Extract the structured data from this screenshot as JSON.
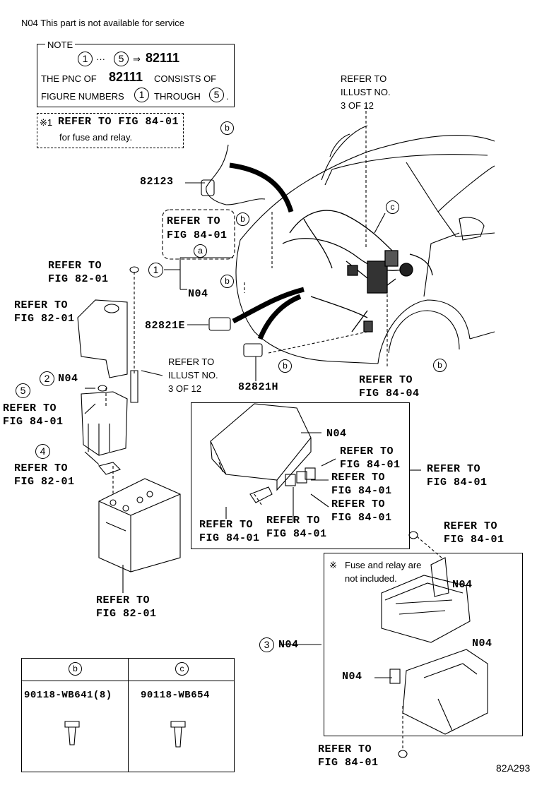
{
  "header_note": "N04 This part is not available for service",
  "note_box": {
    "title": "NOTE",
    "range_start": "1",
    "range_sep": "···",
    "range_end": "5",
    "arrow": "⇒",
    "pnc": "82111",
    "line2_a": "THE PNC OF",
    "line2_b": "82111",
    "line2_c": "CONSISTS OF",
    "line3_a": "FIGURE NUMBERS",
    "line3_start": "1",
    "line3_b": "THROUGH",
    "line3_end": "5",
    "line3_dot": "."
  },
  "ref_box": {
    "mark": "※1",
    "line1": "REFER TO FIG 84-01",
    "line2": "for fuse and relay."
  },
  "labels": {
    "refer_illust_top_1": "REFER TO",
    "refer_illust_top_2": "ILLUST NO.",
    "refer_illust_top_3": "3 OF 12",
    "part_82123": "82123",
    "refer_fig8401_a1": "REFER TO",
    "refer_fig8401_a2": "FIG 84-01",
    "refer_fig8201_1a": "REFER TO",
    "refer_fig8201_1b": "FIG 82-01",
    "n04_harness": "N04",
    "refer_fig8201_2a": "REFER TO",
    "refer_fig8201_2b": "FIG 82-01",
    "part_82821E": "82821E",
    "part_82821H": "82821H",
    "refer_fig8404_a": "REFER TO",
    "refer_fig8404_b": "FIG 84-04",
    "n04_item2": "N04",
    "refer_illust_mid_1": "REFER TO",
    "refer_illust_mid_2": "ILLUST NO.",
    "refer_illust_mid_3": "3 OF 12",
    "refer_fig8401_5a": "REFER TO",
    "refer_fig8401_5b": "FIG 84-01",
    "refer_fig8201_4a": "REFER TO",
    "refer_fig8201_4b": "FIG 82-01",
    "refer_fig8201_bat_a": "REFER TO",
    "refer_fig8201_bat_b": "FIG 82-01",
    "cover_n04": "N04",
    "cover_ref1_a": "REFER TO",
    "cover_ref1_b": "FIG 84-01",
    "cover_ref2_a": "REFER TO",
    "cover_ref2_b": "FIG 84-01",
    "cover_ref3_a": "REFER TO",
    "cover_ref3_b": "FIG 84-01",
    "cover_ref4_a": "REFER TO",
    "cover_ref4_b": "FIG 84-01",
    "cover_ref5_a": "REFER TO",
    "cover_ref5_b": "FIG 84-01",
    "cover_right_a": "REFER TO",
    "cover_right_b": "FIG 84-01",
    "bolt_ref_a": "REFER TO",
    "bolt_ref_b": "FIG 84-01",
    "fuse_note_mark": "※",
    "fuse_note_1": "Fuse and relay are",
    "fuse_note_2": "not included.",
    "block_n04_top": "N04",
    "block_n04_mid": "N04",
    "block_n04_left": "N04",
    "item3_n04": "N04",
    "bottom_ref_a": "REFER TO",
    "bottom_ref_b": "FIG 84-01",
    "diagram_id": "82A293"
  },
  "callouts": {
    "c1": "1",
    "c2": "2",
    "c3": "3",
    "c4": "4",
    "c5": "5",
    "a": "a",
    "b": "b",
    "c": "c"
  },
  "bolt_table": {
    "col_b_key": "b",
    "col_c_key": "c",
    "col_b_part": "90118-WB641(8)",
    "col_c_part": "90118-WB654"
  }
}
